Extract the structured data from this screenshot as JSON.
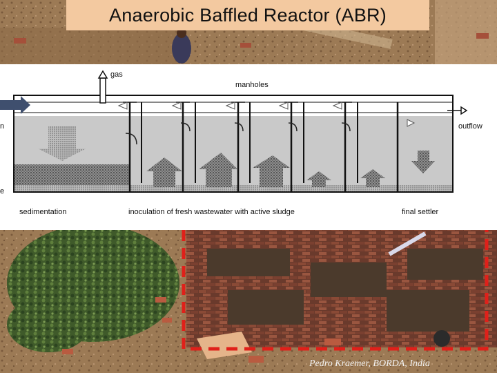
{
  "title": "Anaerobic Baffled Reactor (ABR)",
  "credit": "Pedro Kraemer, BORDA, India",
  "labels": {
    "gas": "gas",
    "manholes": "manholes",
    "outflow": "outflow",
    "left_top": "n",
    "left_bottom": "e",
    "sedimentation": "sedimentation",
    "inoculation": "inoculation of fresh wastewater with active sludge",
    "final_settler": "final settler"
  },
  "colors": {
    "title_bg": "#f3c9a0",
    "liquid": "#c9c9c9",
    "sludge": "#6e6e6e",
    "frame_line": "#e0201a",
    "flow_arrow": "#3f4f6e"
  }
}
